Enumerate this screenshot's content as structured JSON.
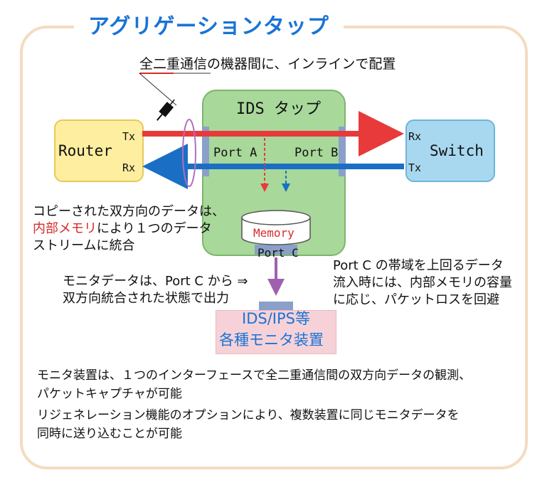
{
  "title": "アグリゲーションタップ",
  "top_caption": "全二重通信の機器間に、インラインで配置",
  "tap": {
    "label": "IDS タップ",
    "port_a": "Port A",
    "port_b": "Port B",
    "port_c": "Port C",
    "memory": "Memory"
  },
  "router": {
    "label": "Router",
    "tx": "Tx",
    "rx": "Rx"
  },
  "switch": {
    "label": "Switch",
    "rx": "Rx",
    "tx": "Tx"
  },
  "left_note": {
    "line1": "コピーされた双方向のデータは、",
    "line2_red": "内部メモリ",
    "line2_rest": "により１つのデータ",
    "line3": "ストリームに統合"
  },
  "monitor_note": {
    "line1": "モニタデータは、Port C から ⇒",
    "line2": "双方向統合された状態で出力"
  },
  "right_note": {
    "line1": "Port C の帯域を上回るデータ",
    "line2": "流入時には、内部メモリの容量",
    "line3": "に応じ、パケットロスを回避"
  },
  "monitor": {
    "line1": "IDS/IPS等",
    "line2": "各種モニタ装置"
  },
  "bottom_note": {
    "line1": "モニタ装置は、１つのインターフェースで全二重通信間の双方向データの観測、",
    "line2": "パケットキャプチャが可能",
    "line3": "リジェネレーション機能のオプションにより、複数装置に同じモニタデータを",
    "line4": "同時に送り込むことが可能"
  },
  "colors": {
    "accent": "#1a73d6",
    "tx_arrow": "#e83a3a",
    "rx_arrow": "#1a6fc4",
    "tap_bg": "#a8d89a",
    "memory_text": "#d62b2b",
    "down_arrow": "#a060b0"
  },
  "icons": {
    "probe": "probe-icon"
  }
}
